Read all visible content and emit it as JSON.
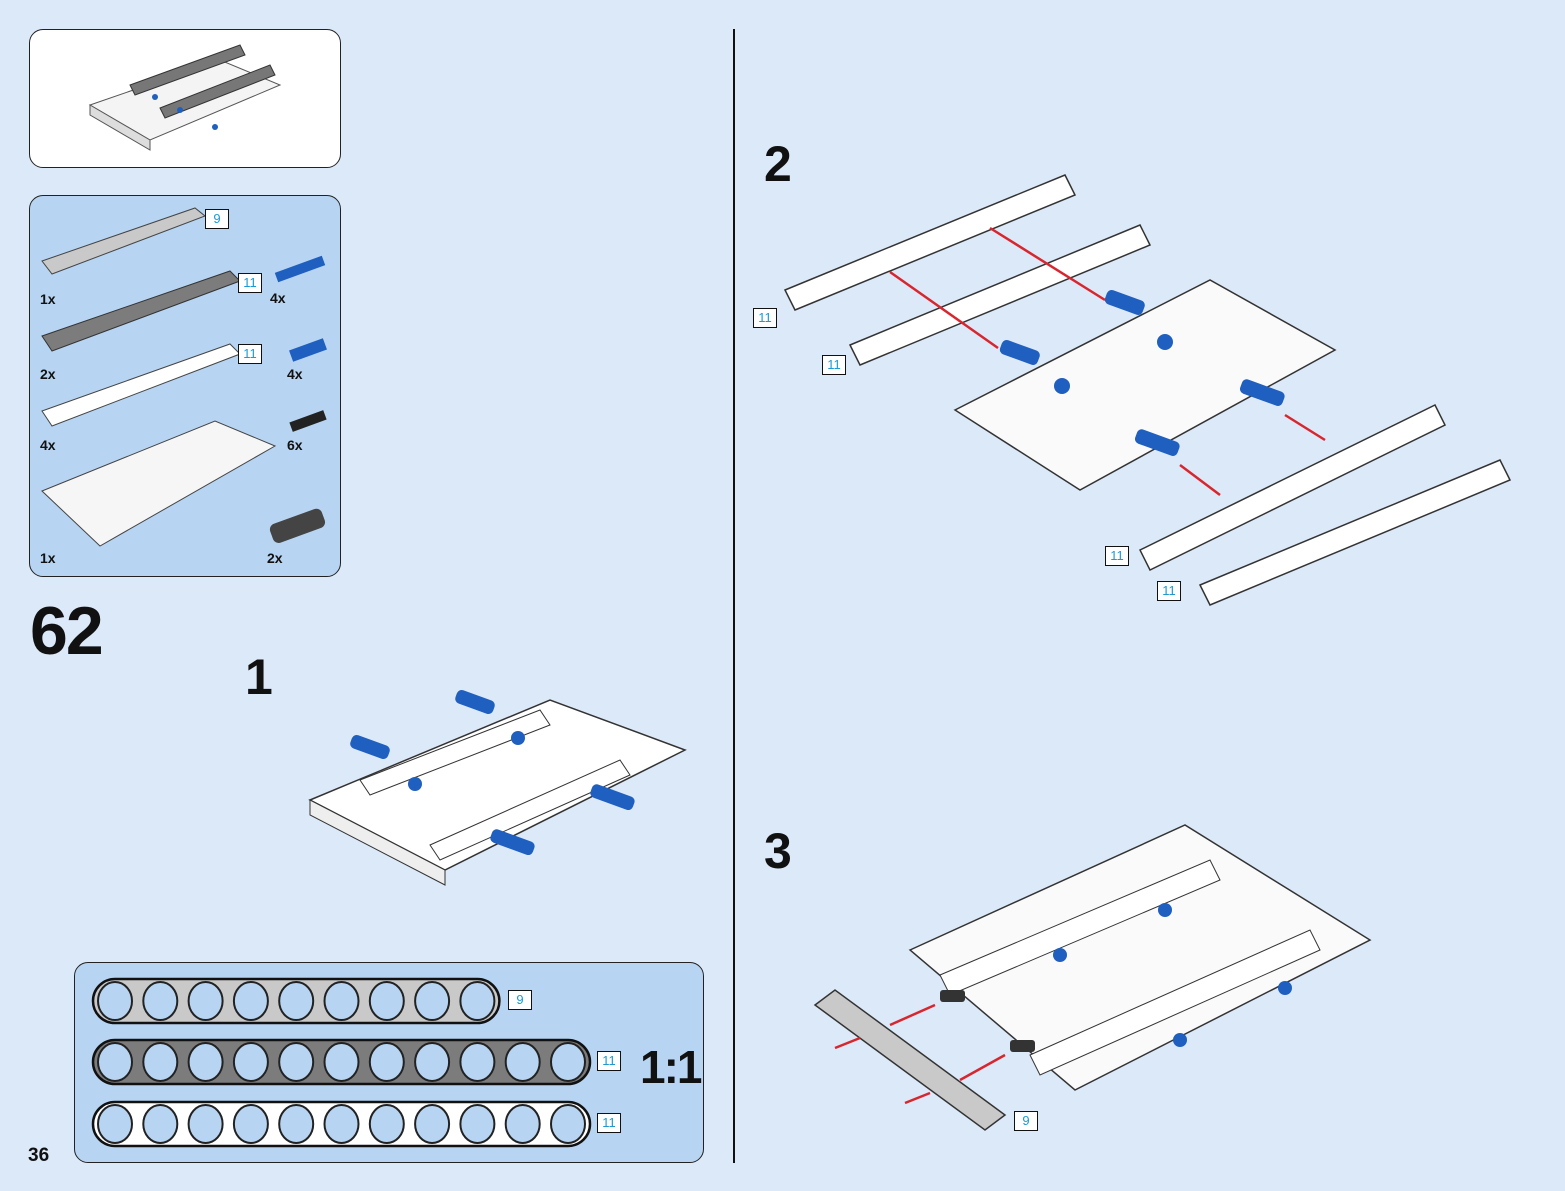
{
  "page": {
    "number": "36",
    "main_step": "62"
  },
  "colors": {
    "background": "#dce9f8",
    "panel": "#b7d5f2",
    "length_label": "#1a9ad6",
    "arrow": "#d8262e",
    "pin_blue": "#1f5fbf",
    "beam_light_gray": "#c9c9c9",
    "beam_dark_gray": "#7c7c7c"
  },
  "preview": {
    "icon": "model-preview-icon"
  },
  "parts_list": {
    "items": [
      {
        "part": "beam-9-light-gray",
        "length": "9",
        "qty": "1x"
      },
      {
        "part": "beam-11-dark-gray",
        "length": "11",
        "qty": "2x"
      },
      {
        "part": "beam-11-white",
        "length": "11",
        "qty": "4x"
      },
      {
        "part": "frame-white",
        "length": "",
        "qty": "1x"
      },
      {
        "part": "pin-long-blue",
        "length": "",
        "qty": "4x"
      },
      {
        "part": "pin-blue",
        "length": "",
        "qty": "4x"
      },
      {
        "part": "pin-black-bush",
        "length": "",
        "qty": "6x"
      },
      {
        "part": "connector-dark-gray",
        "length": "",
        "qty": "2x"
      }
    ]
  },
  "substeps": [
    {
      "number": "1",
      "labels": []
    },
    {
      "number": "2",
      "labels": [
        "11",
        "11",
        "11",
        "11"
      ]
    },
    {
      "number": "3",
      "labels": [
        "9"
      ]
    }
  ],
  "ruler": {
    "scale": "1:1",
    "beams": [
      {
        "length": "9",
        "color": "light-gray",
        "holes": 9
      },
      {
        "length": "11",
        "color": "dark-gray",
        "holes": 11
      },
      {
        "length": "11",
        "color": "white",
        "holes": 11
      }
    ]
  }
}
